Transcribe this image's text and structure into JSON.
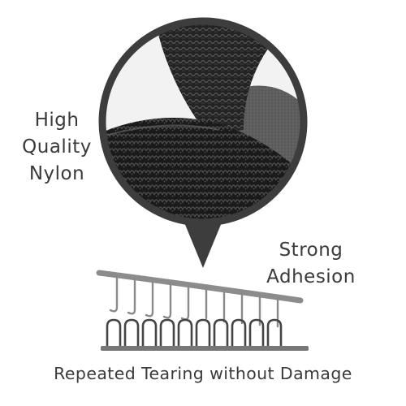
{
  "labels": {
    "quality_lines": [
      "High",
      "Quality",
      "Nylon"
    ],
    "adhesion_lines": [
      "Strong",
      "Adhesion"
    ],
    "caption": "Repeated Tearing without Damage"
  },
  "icons": {
    "magnifier": "velcro-closeup-lens-icon",
    "diagram": "hook-and-loop-diagram-icon"
  },
  "colors": {
    "text": "#3a3a3a",
    "lens_border": "#3d3d3d",
    "fabric": "#1c1c1c",
    "backing": "#777777",
    "hooks": "#8a8a8a",
    "loops": "#444444"
  }
}
